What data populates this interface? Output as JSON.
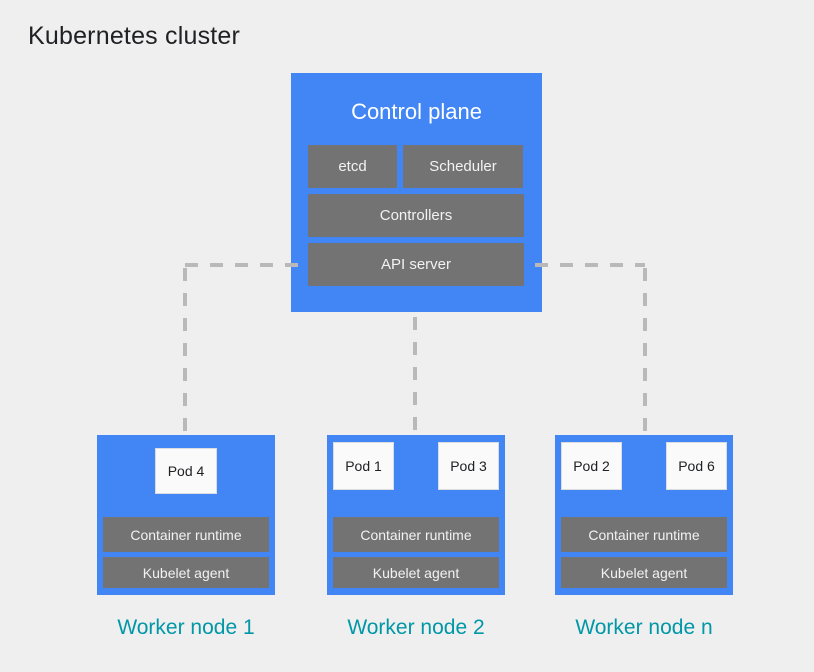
{
  "title": "Kubernetes cluster",
  "colors": {
    "bg": "#efefef",
    "blue": "#4285f4",
    "gray": "#737373",
    "dash": "#b9b9b9",
    "teal": "#0097a7",
    "pod_bg": "#fafafa",
    "pod_border": "#dadce0",
    "text_dark": "#202124",
    "text_light": "#ffffff"
  },
  "control_plane": {
    "label": "Control plane",
    "components": [
      "etcd",
      "Scheduler",
      "Controllers",
      "API server"
    ]
  },
  "worker_nodes": [
    {
      "label": "Worker node 1",
      "pods": [
        "Pod 4"
      ],
      "components": [
        "Container runtime",
        "Kubelet agent"
      ]
    },
    {
      "label": "Worker node 2",
      "pods": [
        "Pod 1",
        "Pod 3"
      ],
      "components": [
        "Container runtime",
        "Kubelet agent"
      ]
    },
    {
      "label": "Worker node n",
      "pods": [
        "Pod 2",
        "Pod 6"
      ],
      "components": [
        "Container runtime",
        "Kubelet agent"
      ]
    }
  ]
}
